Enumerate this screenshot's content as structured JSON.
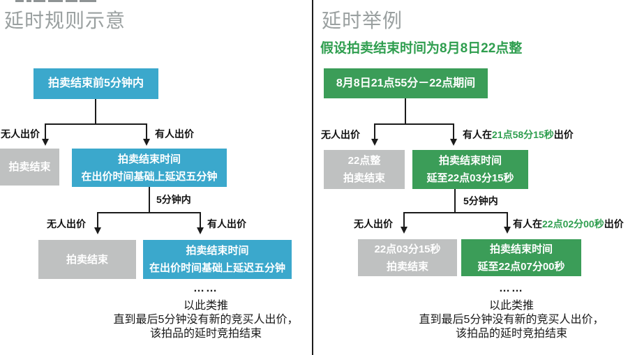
{
  "colors": {
    "blue": "#3ba8cc",
    "green": "#3b9d58",
    "gray_box": "#bfc1c1",
    "green_text": "#2f9e4f",
    "title_gray": "#9aa0a0",
    "line": "#1b1b1b"
  },
  "left": {
    "title": "延时规则示意",
    "root_box": "拍卖结束前5分钟内",
    "branch1": {
      "no_bid_label": "无人出价",
      "bid_label": "有人出价",
      "end_box": "拍卖结束",
      "delay_box_line1": "拍卖结束时间",
      "delay_box_line2": "在出价时间基础上延迟五分钟"
    },
    "interval_label": "5分钟内",
    "branch2": {
      "no_bid_label": "无人出价",
      "bid_label": "有人出价",
      "end_box": "拍卖结束",
      "delay_box_line1": "拍卖结束时间",
      "delay_box_line2": "在出价时间基础上延迟五分钟"
    },
    "footer": {
      "dots": "……",
      "line1": "以此类推",
      "line2": "直到最后5分钟没有新的竞买人出价，",
      "line3": "该拍品的延时竞拍结束"
    }
  },
  "right": {
    "title": "延时举例",
    "subtitle": "假设拍卖结束时间为8月8日22点整",
    "root_box": "8月8日21点55分－22点期间",
    "branch1": {
      "no_bid_label": "无人出价",
      "bid_prefix": "有人在",
      "bid_time": "21点58分15秒",
      "bid_suffix": "出价",
      "end_box_line1": "22点整",
      "end_box_line2": "拍卖结束",
      "delay_box_line1": "拍卖结束时间",
      "delay_box_line2": "延至22点03分15秒"
    },
    "interval_label": "5分钟内",
    "branch2": {
      "no_bid_label": "无人出价",
      "bid_prefix": "有人在",
      "bid_time": "22点02分00秒",
      "bid_suffix": "出价",
      "end_box_line1": "22点03分15秒",
      "end_box_line2": "拍卖结束",
      "delay_box_line1": "拍卖结束时间",
      "delay_box_line2": "延至22点07分00秒"
    },
    "footer": {
      "dots": "……",
      "line1": "以此类推",
      "line2": "直到最后5分钟没有新的竞买人出价，",
      "line3": "该拍品的延时竞拍结束"
    }
  }
}
